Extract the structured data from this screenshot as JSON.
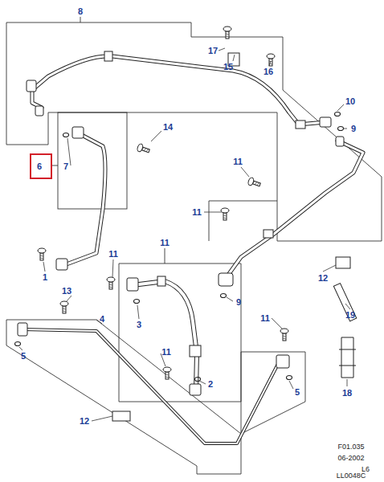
{
  "diagram": {
    "nodes": [
      {
        "text": [
          "6"
        ]
      }
    ],
    "labels": [
      "8",
      "17",
      "15",
      "16",
      "10",
      "9",
      "14",
      "7",
      "11",
      "11",
      "1",
      "11",
      "11",
      "12",
      "9",
      "13",
      "19",
      "4",
      "3",
      "11",
      "11",
      "5",
      "2",
      "5",
      "18",
      "12",
      "F01.035",
      "06-2002",
      "L6",
      "LL0048C"
    ]
  }
}
